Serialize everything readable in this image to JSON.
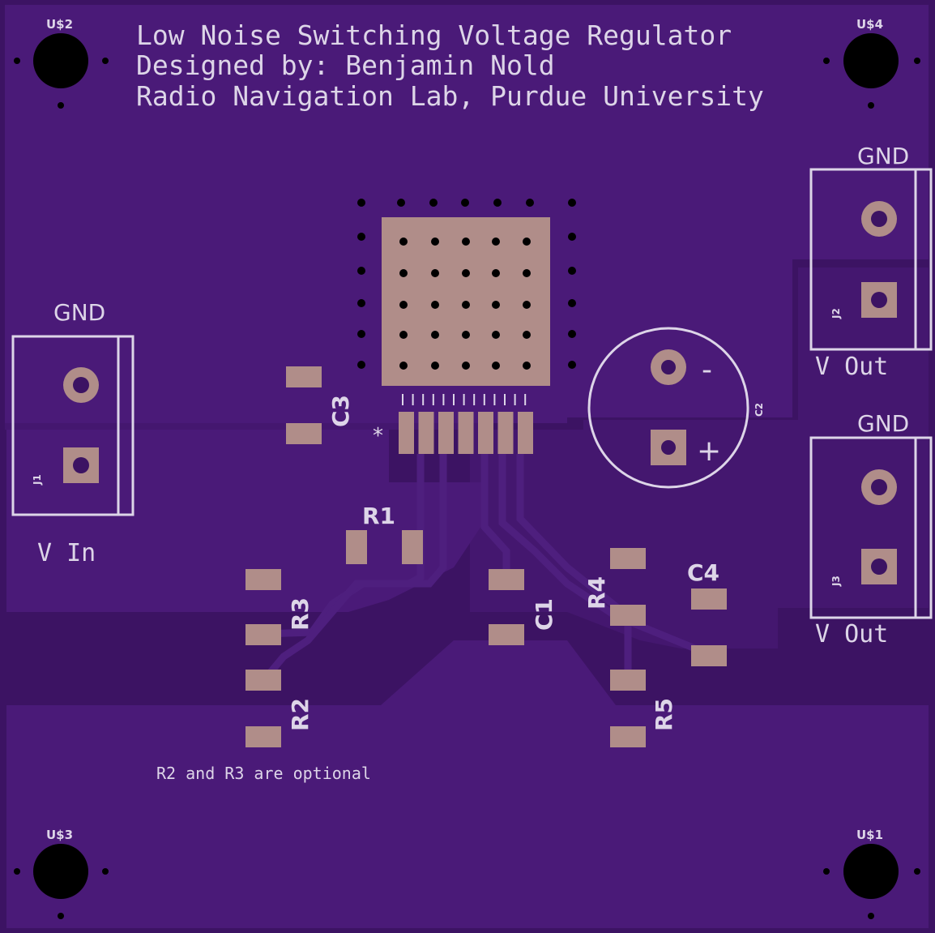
{
  "board": {
    "title_lines": [
      "Low Noise Switching Voltage Regulator",
      "Designed by: Benjamin Nold",
      "Radio Navigation Lab, Purdue University"
    ],
    "note": "R2 and R3 are optional",
    "colors": {
      "board": "#3c1363",
      "copper_pour": "#4a1a78",
      "trace": "#4e1f7e",
      "pad": "#b08d89",
      "silkscreen": "#ddd5e8",
      "hole": "#000000"
    }
  },
  "mounting_holes": [
    {
      "label": "U$2"
    },
    {
      "label": "U$4"
    },
    {
      "label": "U$3"
    },
    {
      "label": "U$1"
    }
  ],
  "connectors": {
    "j1": {
      "ref": "J1",
      "top_label": "GND",
      "bottom_label": "V In"
    },
    "j2": {
      "ref": "J2",
      "top_label": "GND",
      "bottom_label": "V Out"
    },
    "j3": {
      "ref": "J3",
      "top_label": "GND",
      "bottom_label": "V Out"
    }
  },
  "capacitors": {
    "c1": "C1",
    "c2": "C2",
    "c3": "C3",
    "c4": "C4",
    "c2_minus": "-",
    "c2_plus": "+"
  },
  "resistors": {
    "r1": "R1",
    "r2": "R2",
    "r3": "R3",
    "r4": "R4",
    "r5": "R5"
  },
  "ic": {
    "pin1_marker": "*"
  }
}
